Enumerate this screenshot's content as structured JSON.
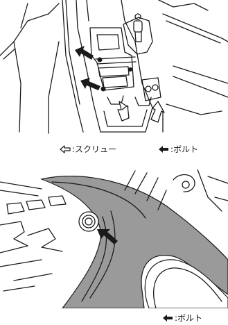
{
  "legend_top": {
    "screw_label": ":スクリュー",
    "screw_icon": "hollow-arrow-left-icon",
    "bolt_label": ":ボルト",
    "bolt_icon": "solid-arrow-left-icon"
  },
  "legend_bottom": {
    "bolt_label": ":ボルト",
    "bolt_icon": "solid-arrow-left-icon"
  },
  "colors": {
    "line": "#1a1a1a",
    "panel_gray": "#9a9a9a",
    "background": "#ffffff"
  }
}
